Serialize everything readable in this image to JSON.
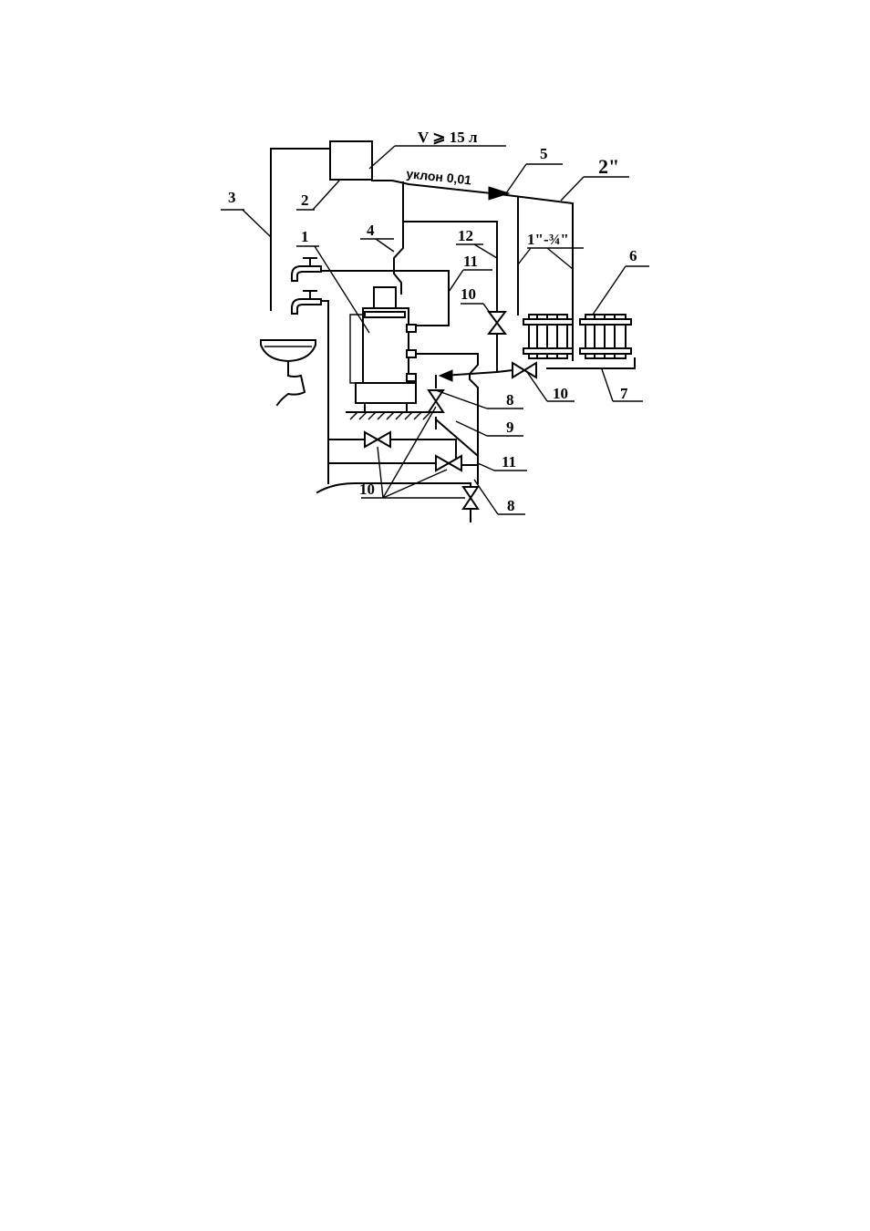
{
  "labels": {
    "boiler": "1",
    "expansion_tank": "2",
    "overflow_pipe": "3",
    "supply_riser": "4",
    "air_vent": "5",
    "radiator": "6",
    "return_pipe": "7",
    "drain_valve_top": "8",
    "drain_valve_bottom": "8",
    "make_up_pipe": "9",
    "valve_supply": "10",
    "valve_return": "10",
    "valves_group": "10",
    "hot_water_pipe": "11",
    "cold_water_pipe": "11",
    "bypass_pipe": "12"
  },
  "annotations": {
    "tank_volume": "V ⩾ 15 л",
    "slope": "уклон 0,01",
    "main_pipe_size": "2\"",
    "riser_pipe_size": "1\"-¾\""
  }
}
